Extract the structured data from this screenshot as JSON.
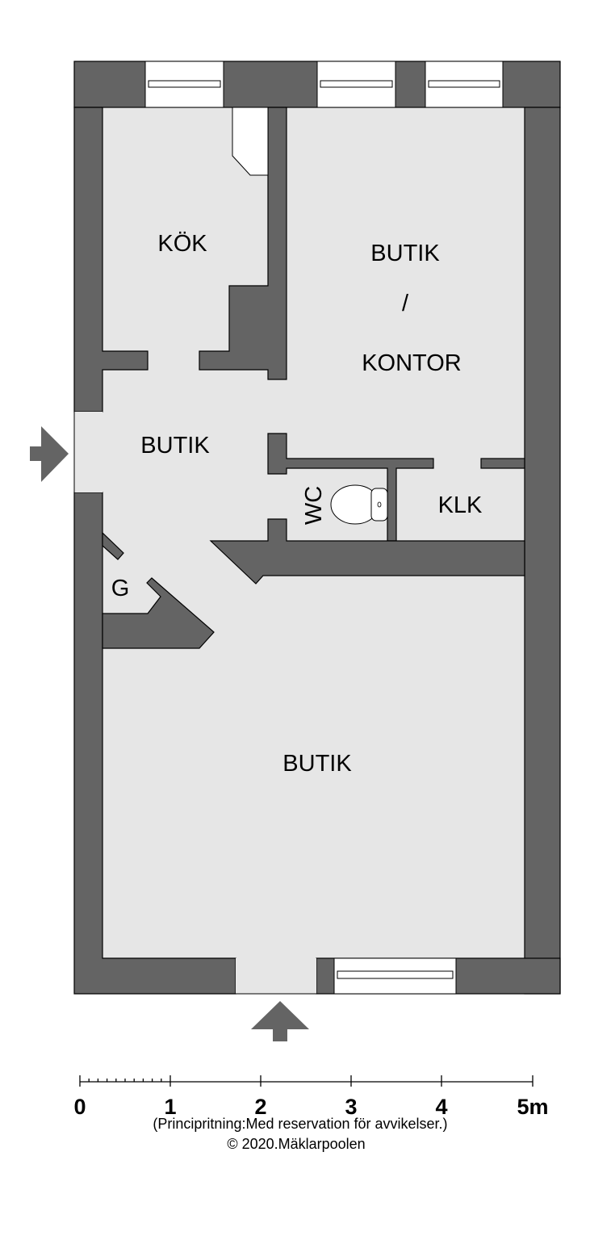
{
  "rooms": {
    "kitchen": "KÖK",
    "shop_office_line1": "BUTIK",
    "shop_office_sep": "/",
    "shop_office_line2": "KONTOR",
    "shop_hall": "BUTIK",
    "wc": "WC",
    "closet_klk": "KLK",
    "closet_g": "G",
    "shop_main": "BUTIK"
  },
  "scale_bar": {
    "labels": [
      "0",
      "1",
      "2",
      "3",
      "4",
      "5m"
    ]
  },
  "caption": {
    "line1": "(Principritning:Med reservation för avvikelser.)",
    "line2": "© 2020.Mäklarpoolen"
  },
  "colors": {
    "wall": "#646464",
    "floor": "#e6e6e6"
  }
}
